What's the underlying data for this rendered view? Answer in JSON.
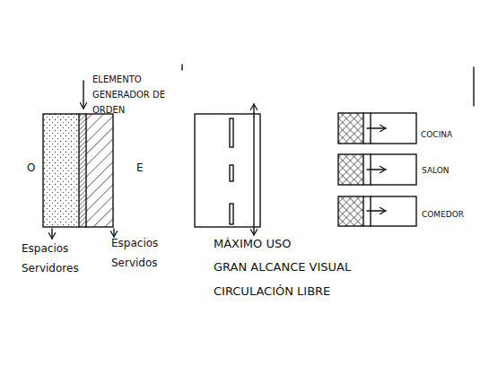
{
  "diagram": {
    "labels": [
      "ELEMENTO GENERADOR DE ORDEN",
      "O",
      "E",
      "Espacios Servidores",
      "Espacios Servidos",
      "MÁXIMO USO",
      "GRAN ALCANCE VISUAL",
      "CIRCULACIÓN LIBRE",
      "COCINA",
      "SALON",
      "COMEDOR"
    ]
  }
}
